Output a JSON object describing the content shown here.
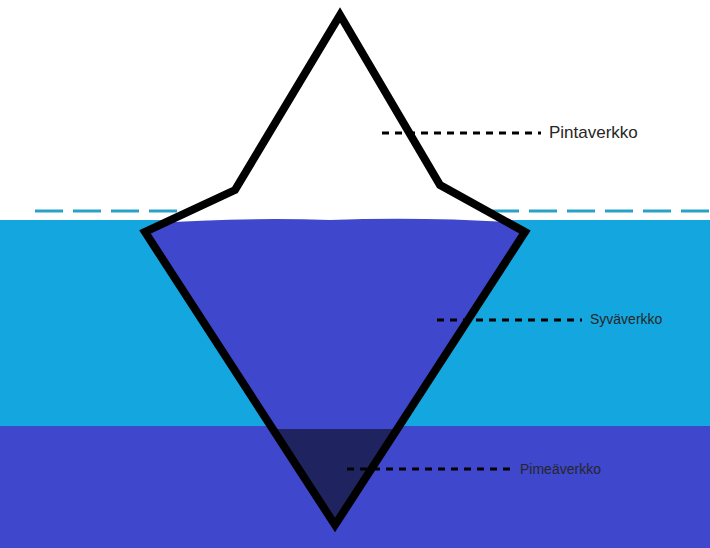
{
  "diagram": {
    "labels": [
      "Pintaverkko",
      "Syväverkko",
      "Pimeäverkko"
    ]
  }
}
